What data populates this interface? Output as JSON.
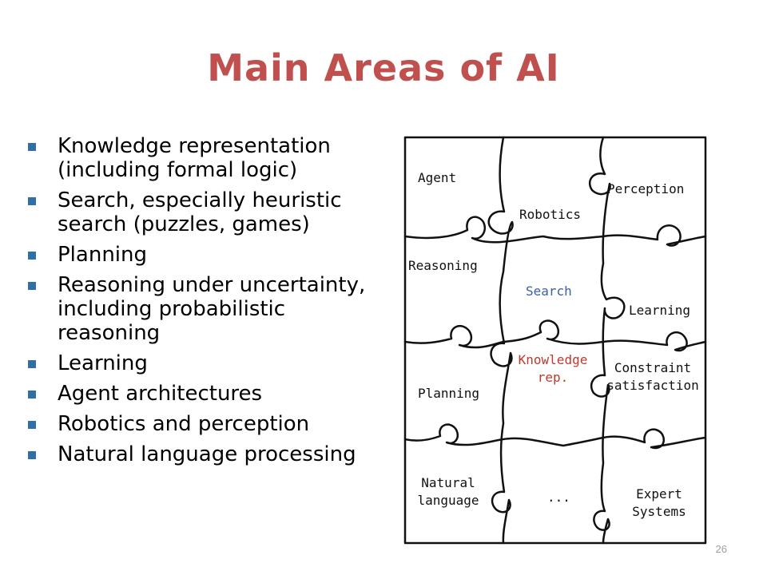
{
  "slide": {
    "title": "Main Areas of AI",
    "bullets": [
      "Knowledge representation (including formal logic)",
      "Search, especially heuristic search (puzzles, games)",
      "Planning",
      "Reasoning under uncertainty, including probabilistic reasoning",
      "Learning",
      "Agent architectures",
      "Robotics and perception",
      "Natural language processing"
    ],
    "puzzle": {
      "agent": "Agent",
      "perception": "Perception",
      "robotics": "Robotics",
      "reasoning": "Reasoning",
      "search": "Search",
      "learning": "Learning",
      "knowledge_line1": "Knowledge",
      "knowledge_line2": "rep.",
      "constraint_line1": "Constraint",
      "constraint_line2": "satisfaction",
      "planning": "Planning",
      "natural_line1": "Natural",
      "natural_line2": "language",
      "ellipsis": "...",
      "expert_line1": "Expert",
      "expert_line2": "Systems"
    },
    "page_number": "26",
    "colors": {
      "title": "#c0504d",
      "bullet": "#2f6fa8",
      "search_label": "#3b5fa8",
      "knowledge_label": "#c0392b"
    }
  }
}
